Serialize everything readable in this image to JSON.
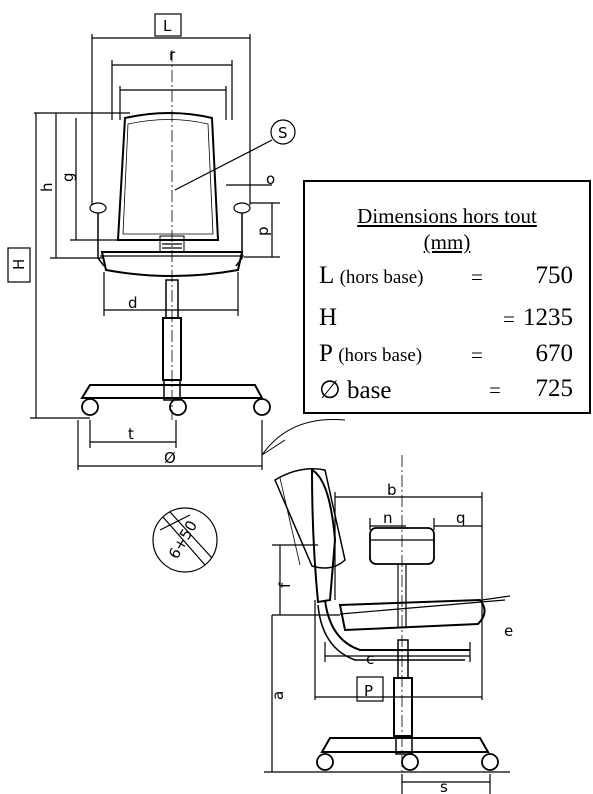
{
  "box": {
    "title_line1": "Dimensions hors tout",
    "title_line2": "(mm)",
    "rows": [
      {
        "symbol": "L",
        "qualifier": "(hors base)",
        "eq": "=",
        "value": "750"
      },
      {
        "symbol": "H",
        "qualifier": "",
        "eq": "=",
        "value": "1235"
      },
      {
        "symbol": "P",
        "qualifier": "(hors base)",
        "eq": "=",
        "value": "670"
      },
      {
        "symbol": "∅ base",
        "qualifier": "",
        "eq": "=",
        "value": "725"
      }
    ]
  },
  "front_view_labels": {
    "L": "L",
    "r": "r",
    "S": "S",
    "h": "h",
    "g": "g",
    "o": "o",
    "H": "H",
    "p": "p",
    "d": "d",
    "t": "t",
    "diameter": "Ø"
  },
  "side_view_labels": {
    "b": "b",
    "n": "n",
    "q": "q",
    "f": "f",
    "e": "e",
    "c": "c",
    "a": "a",
    "P": "P",
    "s": "s"
  },
  "detail_label": "6+50"
}
